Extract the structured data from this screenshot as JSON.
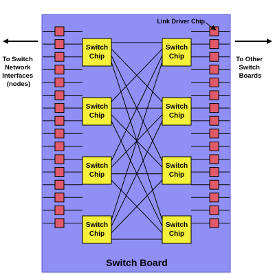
{
  "board": {
    "title": "Switch Board",
    "color": "#8f8ff5"
  },
  "switch_chip": {
    "label_line1": "Switch",
    "label_line2": "Chip",
    "color": "#f5f03a"
  },
  "link_driver": {
    "label": "Link Driver Chip",
    "color": "#e05a6a"
  },
  "left_side": {
    "lines": [
      "To Switch",
      "Network",
      "Interfaces",
      "(nodes)"
    ]
  },
  "right_side": {
    "lines": [
      "To Other",
      "Switch",
      "Boards"
    ]
  },
  "topology": {
    "chips_per_side": 4,
    "ports_per_chip": 4
  }
}
